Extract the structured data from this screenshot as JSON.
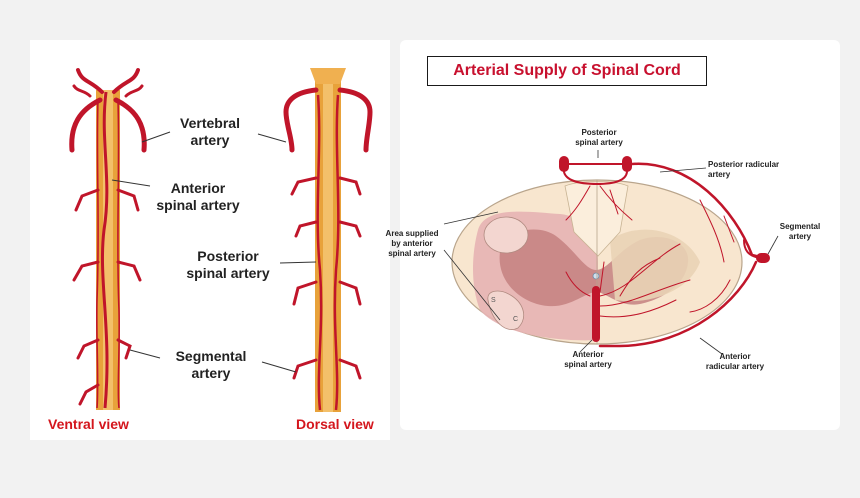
{
  "title": "Arterial Supply of Spinal Cord",
  "left_labels": {
    "vertebral": [
      "Vertebral",
      "artery"
    ],
    "anterior_spinal": [
      "Anterior",
      "spinal artery"
    ],
    "posterior_spinal": [
      "Posterior",
      "spinal artery"
    ],
    "segmental": [
      "Segmental",
      "artery"
    ]
  },
  "views": {
    "ventral": "Ventral  view",
    "dorsal": "Dorsal view"
  },
  "cross_section": {
    "posterior_spinal": [
      "Posterior",
      "spinal artery"
    ],
    "posterior_radicular": [
      "Posterior radicular",
      "artery"
    ],
    "segmental": [
      "Segmental",
      "artery"
    ],
    "area_supplied": [
      "Area supplied",
      "by anterior",
      "spinal artery"
    ],
    "anterior_spinal": [
      "Anterior",
      "spinal artery"
    ],
    "anterior_radicular": [
      "Anterior",
      "radicular artery"
    ],
    "marker_s": "S",
    "marker_c": "C"
  },
  "colors": {
    "artery": "#c0152a",
    "cord": "#e8a23a",
    "title": "#c8102e",
    "view_label": "#d4161d"
  }
}
